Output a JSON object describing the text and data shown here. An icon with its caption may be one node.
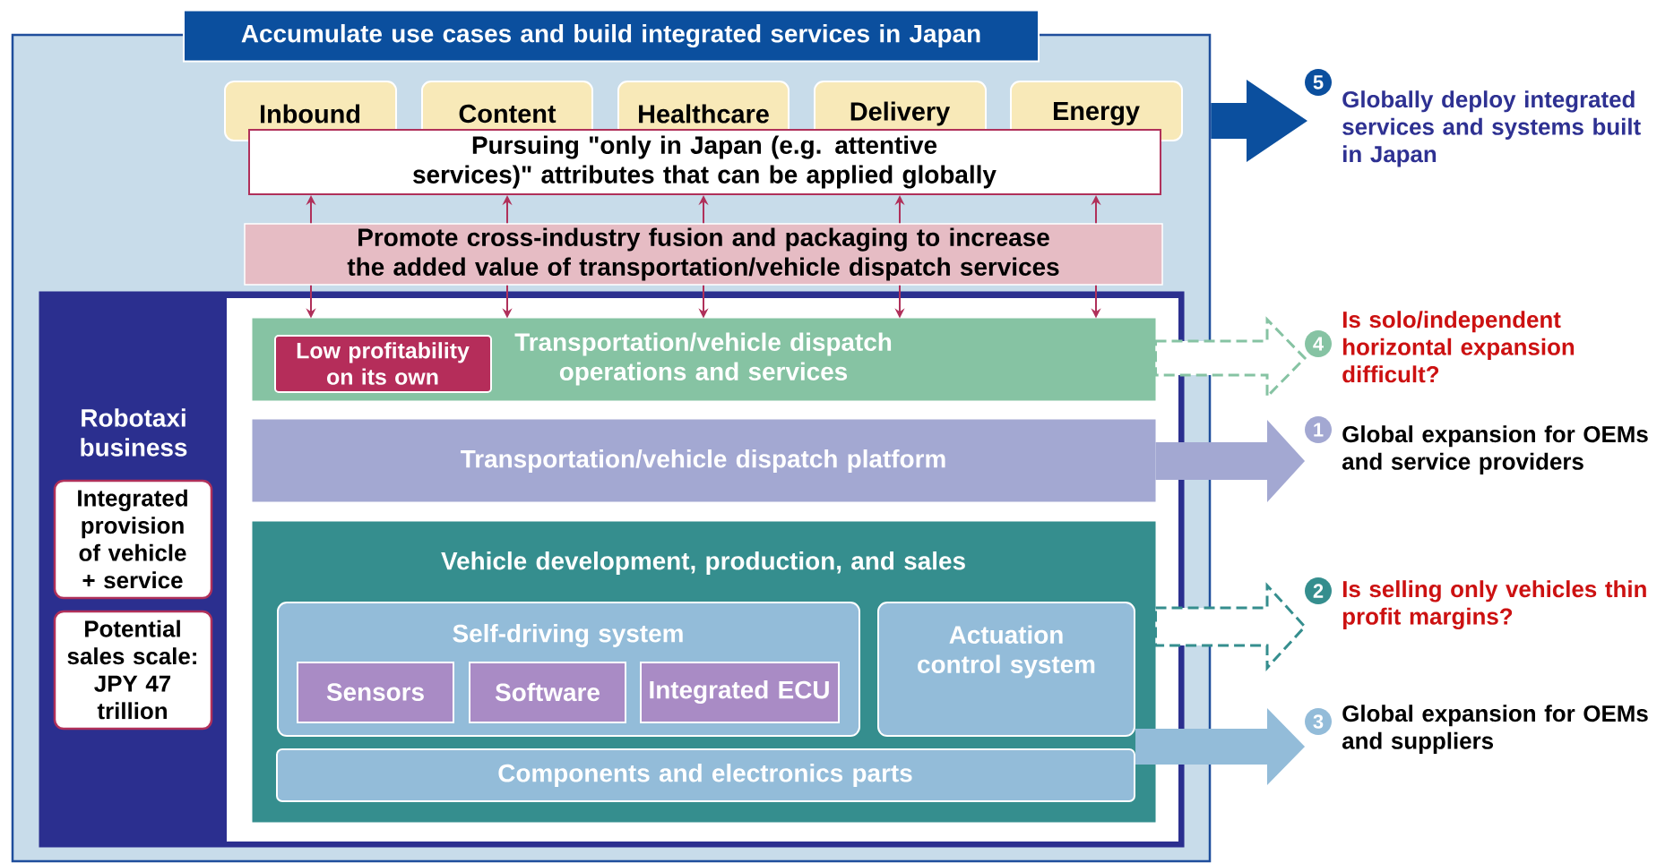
{
  "diagram": {
    "nodes": [
      {
        "text": [
          "Accumulate use cases and build integrated services in Japan"
        ]
      },
      {
        "text": [
          "Inbound"
        ],
        "in": 0
      },
      {
        "text": [
          "Content"
        ],
        "in": 0
      },
      {
        "text": [
          "Healthcare"
        ],
        "in": 0
      },
      {
        "text": [
          "Delivery"
        ],
        "in": 0
      },
      {
        "text": [
          "Energy"
        ],
        "in": 0
      },
      {
        "text": [
          "Pursuing \"only in Japan (e.g. attentive services)\" attributes that can be applied globally"
        ],
        "in": 0
      },
      {
        "text": [
          "Promote cross-industry fusion and packaging to increase the added value of transportation/vehicle dispatch services"
        ],
        "in": 0
      },
      {
        "text": [
          "Robotaxi business"
        ],
        "in": 0
      },
      {
        "text": [
          "Integrated provision of vehicle + service"
        ],
        "in": 8
      },
      {
        "text": [
          "Potential sales scale: JPY 47 trillion"
        ],
        "in": 8
      },
      {
        "text": [
          "Transportation/vehicle dispatch operations and services"
        ],
        "in": 8
      },
      {
        "text": [
          "Low profitability on its own"
        ],
        "in": 11
      },
      {
        "text": [
          "Transportation/vehicle dispatch platform"
        ],
        "in": 8
      },
      {
        "text": [
          "Vehicle development, production, and sales"
        ],
        "in": 8
      },
      {
        "text": [
          "Self-driving system"
        ],
        "in": 14
      },
      {
        "text": [
          "Sensors"
        ],
        "in": 15
      },
      {
        "text": [
          "Software"
        ],
        "in": 15
      },
      {
        "text": [
          "Integrated ECU"
        ],
        "in": 15
      },
      {
        "text": [
          "Actuation control system"
        ],
        "in": 14
      },
      {
        "text": [
          "Components and electronics parts"
        ],
        "in": 14
      },
      {
        "text": [
          "Globally deploy integrated services and systems built in Japan"
        ],
        "beside": [
          "5"
        ]
      },
      {
        "text": [
          "Is solo/independent horizontal expansion difficult?"
        ],
        "beside": [
          "4"
        ]
      },
      {
        "text": [
          "Global expansion for OEMs and service providers"
        ],
        "beside": [
          "1"
        ]
      },
      {
        "text": [
          "Is selling only vehicles thin profit margins?"
        ],
        "beside": [
          "2"
        ]
      },
      {
        "text": [
          "Global expansion for OEMs and suppliers"
        ],
        "beside": [
          "3"
        ]
      }
    ],
    "edges": [
      {
        "from": 7,
        "to": 6,
        "arrow": "to"
      },
      {
        "from": 7,
        "to": 6,
        "arrow": "to"
      },
      {
        "from": 7,
        "to": 6,
        "arrow": "to"
      },
      {
        "from": 7,
        "to": 6,
        "arrow": "to"
      },
      {
        "from": 7,
        "to": 6,
        "arrow": "to"
      },
      {
        "from": 7,
        "to": 11,
        "arrow": "to"
      },
      {
        "from": 7,
        "to": 11,
        "arrow": "to"
      },
      {
        "from": 7,
        "to": 11,
        "arrow": "to"
      },
      {
        "from": 7,
        "to": 11,
        "arrow": "to"
      },
      {
        "from": 7,
        "to": 11,
        "arrow": "to"
      },
      {
        "from": 0,
        "to": 21,
        "arrow": "to",
        "style": "thick",
        "color": "#0b4f9e"
      },
      {
        "from": 11,
        "to": 22,
        "arrow": "to",
        "style": "dashed",
        "color": "#86c3a3"
      },
      {
        "from": 13,
        "to": 23,
        "arrow": "to",
        "style": "thick",
        "color": "#a3a8d2"
      },
      {
        "from": 14,
        "to": 24,
        "arrow": "to",
        "style": "dashed",
        "color": "#358e8e"
      },
      {
        "from": 20,
        "to": 25,
        "arrow": "to",
        "style": "thick",
        "color": "#93bcd9"
      }
    ]
  }
}
